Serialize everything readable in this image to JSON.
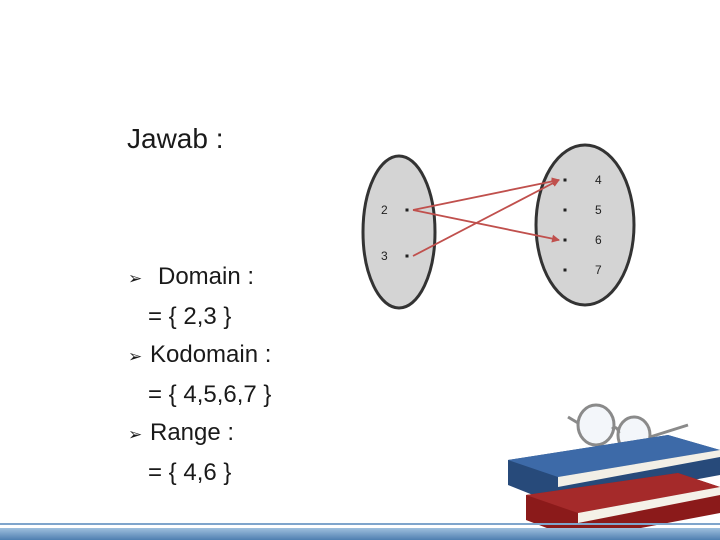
{
  "slide": {
    "title": "Jawab :"
  },
  "bullets": [
    {
      "label": "Domain :",
      "value": "= { 2,3 }"
    },
    {
      "label": "Kodomain :",
      "value": "= { 4,5,6,7 }"
    },
    {
      "label": "Range :",
      "value": "= { 4,6 }"
    }
  ],
  "diagram": {
    "domain_elements": [
      "2",
      "3"
    ],
    "codomain_elements": [
      "4",
      "5",
      "6",
      "7"
    ],
    "mappings": [
      {
        "from": "2",
        "to": "4"
      },
      {
        "from": "2",
        "to": "6"
      },
      {
        "from": "3",
        "to": "4"
      }
    ],
    "colors": {
      "ellipse_fill": "#d4d4d4",
      "ellipse_stroke": "#333333",
      "arrow": "#c0504d"
    }
  },
  "decor": {
    "image": "books-with-glasses"
  }
}
